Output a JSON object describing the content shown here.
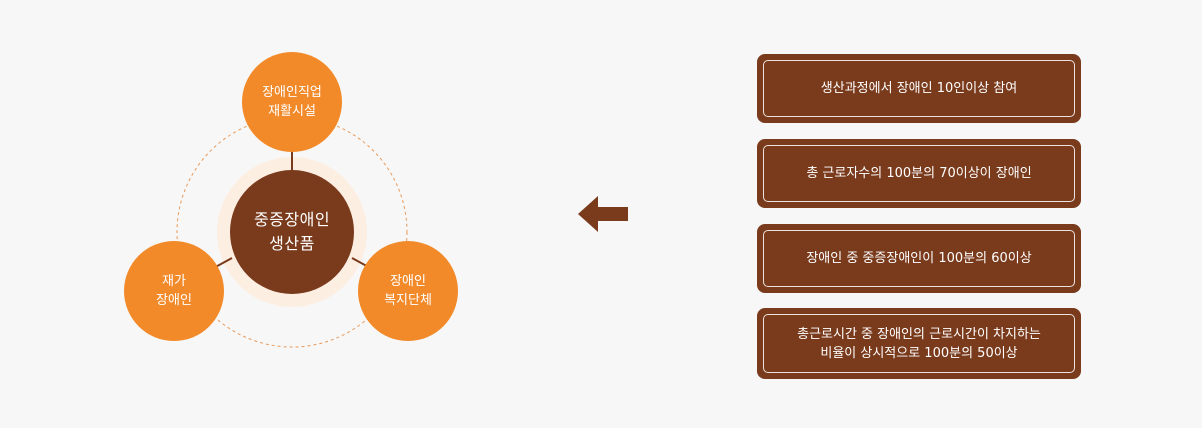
{
  "diagram": {
    "center": {
      "lines": [
        "중증장애인",
        "생산품"
      ]
    },
    "top": {
      "lines": [
        "장애인직업",
        "재활시설"
      ]
    },
    "left": {
      "lines": [
        "재가",
        "장애인"
      ]
    },
    "right": {
      "lines": [
        "장애인",
        "복지단체"
      ]
    }
  },
  "conditions": [
    {
      "lines": [
        "생산과정에서 장애인 10인이상 참여"
      ]
    },
    {
      "lines": [
        "총 근로자수의 100분의 70이상이 장애인"
      ]
    },
    {
      "lines": [
        "장애인 중 중증장애인이 100분의 60이상"
      ]
    },
    {
      "lines": [
        "총근로시간 중 장애인의 근로시간이 차지하는",
        "비율이 상시적으로 100분의 50이상"
      ]
    }
  ],
  "colors": {
    "orange": "#f28a2a",
    "brown": "#7a3a1c",
    "background": "#f7f7f7"
  },
  "icons": {
    "arrow": "arrow-left-icon"
  }
}
